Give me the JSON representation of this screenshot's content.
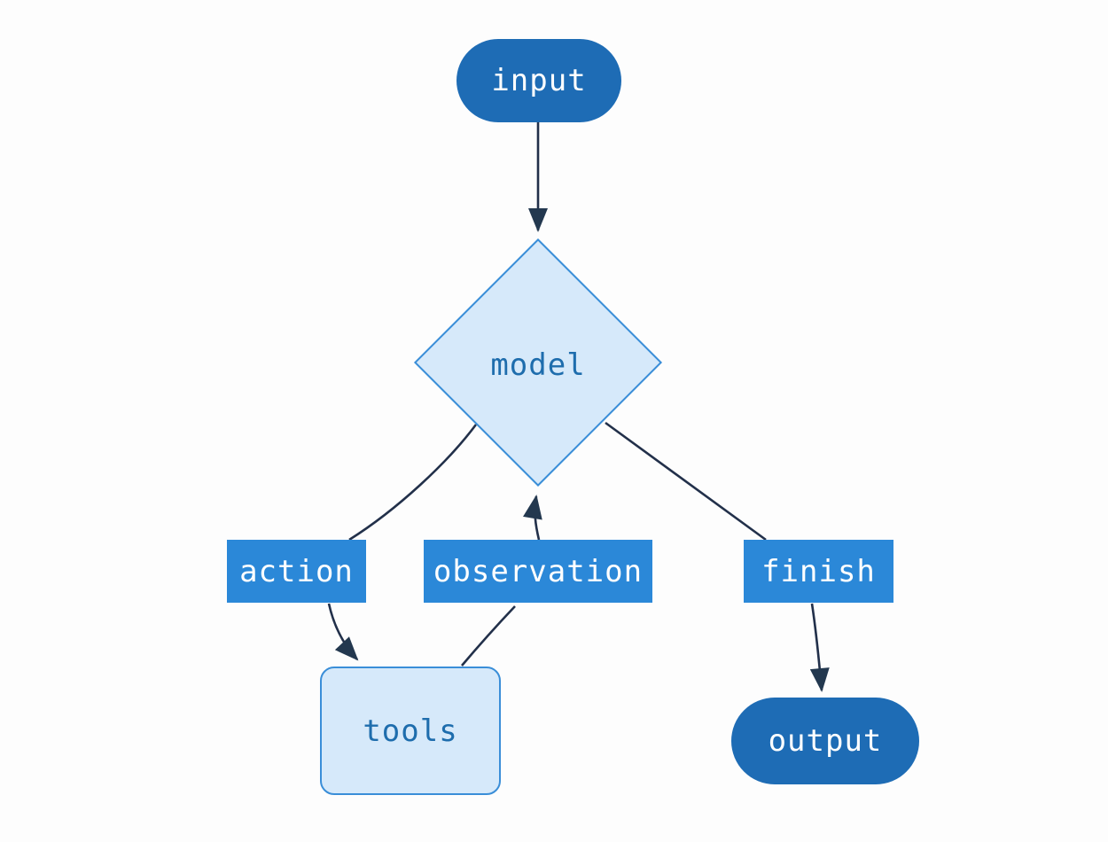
{
  "diagram": {
    "type": "flowchart",
    "nodes": {
      "input": {
        "label": "input",
        "shape": "stadium",
        "fill": "#1e6cb5",
        "text_color": "#ffffff"
      },
      "model": {
        "label": "model",
        "shape": "diamond",
        "fill": "#d6e9fa",
        "border": "#3a8ed8",
        "text_color": "#1e6dad"
      },
      "action": {
        "label": "action",
        "shape": "rectangle",
        "fill": "#2b88d8",
        "text_color": "#ffffff"
      },
      "observation": {
        "label": "observation",
        "shape": "rectangle",
        "fill": "#2b88d8",
        "text_color": "#ffffff"
      },
      "finish": {
        "label": "finish",
        "shape": "rectangle",
        "fill": "#2b88d8",
        "text_color": "#ffffff"
      },
      "tools": {
        "label": "tools",
        "shape": "rounded-rect",
        "fill": "#d6e9fa",
        "border": "#3a8ed8",
        "text_color": "#1e6dad"
      },
      "output": {
        "label": "output",
        "shape": "stadium",
        "fill": "#1e6cb5",
        "text_color": "#ffffff"
      }
    },
    "edges": [
      {
        "from": "input",
        "to": "model",
        "arrowhead": true
      },
      {
        "from": "model",
        "to": "action",
        "arrowhead": false
      },
      {
        "from": "model",
        "to": "finish",
        "arrowhead": false
      },
      {
        "from": "observation",
        "to": "model",
        "arrowhead": true
      },
      {
        "from": "action",
        "to": "tools",
        "arrowhead": true
      },
      {
        "from": "tools",
        "to": "observation",
        "arrowhead": false
      },
      {
        "from": "finish",
        "to": "output",
        "arrowhead": true
      }
    ],
    "colors": {
      "node_dark": "#1e6cb5",
      "node_medium": "#2b88d8",
      "node_light_fill": "#d6e9fa",
      "node_light_border": "#3a8ed8",
      "edge": "#22304a",
      "arrow": "#23384f",
      "text_light": "#ffffff",
      "text_blue": "#1e6dad",
      "background": "#fdfdfd"
    }
  }
}
